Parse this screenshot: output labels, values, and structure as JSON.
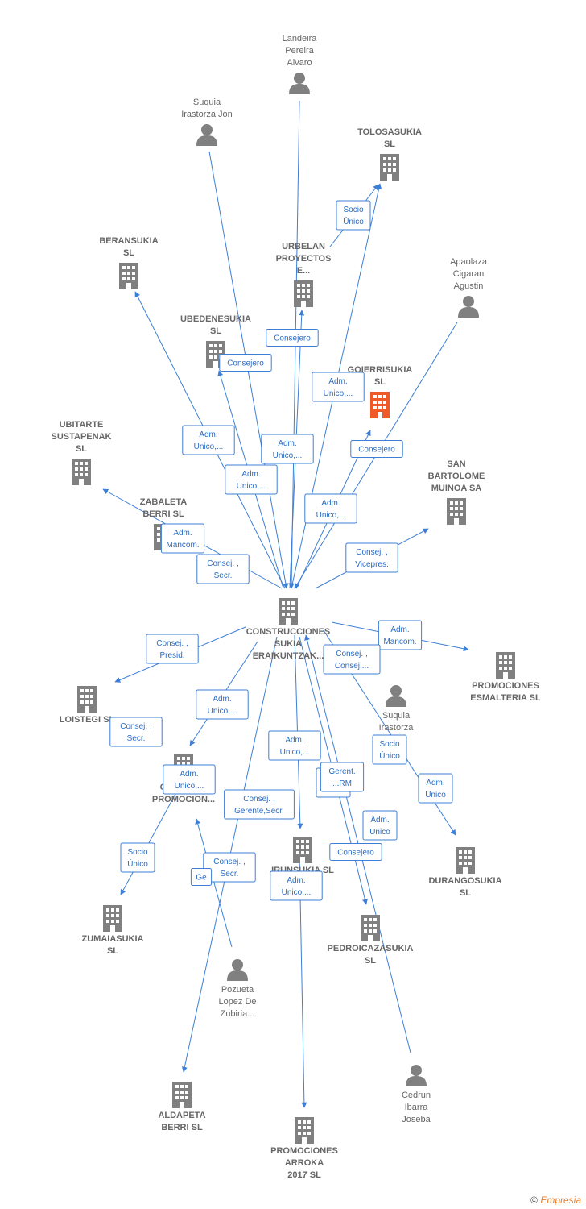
{
  "colors": {
    "edge": "#3d7fd6",
    "node": "#808080",
    "focus": "#f05a28"
  },
  "center": {
    "id": "construcciones",
    "label": [
      "CONSTRUCCIONES",
      "SUKIA",
      "ERAIKUNTZAK..."
    ]
  },
  "nodes": [
    {
      "id": "landeira",
      "type": "person",
      "label": [
        "Landeira",
        "Pereira",
        "Alvaro"
      ]
    },
    {
      "id": "suquia_jon",
      "type": "person",
      "label": [
        "Suquia",
        "Irastorza Jon"
      ]
    },
    {
      "id": "tolosasukia",
      "type": "company",
      "label": [
        "TOLOSASUKIA",
        "SL"
      ]
    },
    {
      "id": "beransukia",
      "type": "company",
      "label": [
        "BERANSUKIA",
        "SL"
      ]
    },
    {
      "id": "urbelan",
      "type": "company",
      "label": [
        "URBELAN",
        "PROYECTOS",
        "E..."
      ]
    },
    {
      "id": "apaolaza",
      "type": "person",
      "label": [
        "Apaolaza",
        "Cigaran",
        "Agustin"
      ]
    },
    {
      "id": "ubedenesukia",
      "type": "company",
      "label": [
        "UBEDENESUKIA",
        "SL"
      ]
    },
    {
      "id": "goierrisukia",
      "type": "focus",
      "label": [
        "GOIERRISUKIA",
        "SL"
      ]
    },
    {
      "id": "ubitarte",
      "type": "company",
      "label": [
        "UBITARTE",
        "SUSTAPENAK",
        "SL"
      ]
    },
    {
      "id": "san_bartolome",
      "type": "company",
      "label": [
        "SAN",
        "BARTOLOME",
        "MUINOA SA"
      ]
    },
    {
      "id": "zabaleta",
      "type": "company",
      "label": [
        "ZABALETA",
        "BERRI SL"
      ]
    },
    {
      "id": "promociones_esmalteria",
      "type": "company",
      "label": [
        "PROMOCIONES",
        "ESMALTERIA SL"
      ]
    },
    {
      "id": "loistegi",
      "type": "company",
      "label": [
        "LOISTEGI SL"
      ]
    },
    {
      "id": "suquia_2",
      "type": "person",
      "label": [
        "Suquia",
        "Irastorza",
        "r"
      ]
    },
    {
      "id": "grupo_promocion",
      "type": "company",
      "label": [
        "GRUPO DE",
        "PROMOCION..."
      ]
    },
    {
      "id": "durangosukia",
      "type": "company",
      "label": [
        "DURANGOSUKIA",
        "SL"
      ]
    },
    {
      "id": "irunsukia",
      "type": "company",
      "label": [
        "IRUNSUKIA SL"
      ]
    },
    {
      "id": "zumaiasukia",
      "type": "company",
      "label": [
        "ZUMAIASUKIA",
        "SL"
      ]
    },
    {
      "id": "pedroicazasukia",
      "type": "company",
      "label": [
        "PEDROICAZASUKIA",
        "SL"
      ]
    },
    {
      "id": "pozueta",
      "type": "person",
      "label": [
        "Pozueta",
        "Lopez De",
        "Zubiria..."
      ]
    },
    {
      "id": "cedrun",
      "type": "person",
      "label": [
        "Cedrun",
        "Ibarra",
        "Joseba"
      ]
    },
    {
      "id": "aldapeta",
      "type": "company",
      "label": [
        "ALDAPETA",
        "BERRI SL"
      ]
    },
    {
      "id": "promociones_arroka",
      "type": "company",
      "label": [
        "PROMOCIONES",
        "ARROKA",
        "2017 SL"
      ]
    }
  ],
  "edges": [
    {
      "from": "landeira",
      "to": "construcciones"
    },
    {
      "from": "suquia_jon",
      "to": "construcciones"
    },
    {
      "from": "construcciones",
      "to": "tolosasukia",
      "badge": [
        "Adm.",
        "Unico,..."
      ]
    },
    {
      "from": "urbelan",
      "to": "tolosasukia",
      "badge": [
        "Socio",
        "Único"
      ]
    },
    {
      "from": "construcciones",
      "to": "beransukia",
      "badge": [
        "Adm.",
        "Unico,..."
      ]
    },
    {
      "from": "construcciones",
      "to": "urbelan",
      "badge": [
        "Consejero"
      ]
    },
    {
      "from": "apaolaza",
      "to": "construcciones"
    },
    {
      "from": "construcciones",
      "to": "ubedenesukia",
      "badge": [
        "Consejero"
      ]
    },
    {
      "from": "construcciones",
      "to": "goierrisukia",
      "badge": [
        "Consejero"
      ]
    },
    {
      "from": "construcciones",
      "to": "ubitarte",
      "badge": [
        "Adm.",
        "Mancom."
      ]
    },
    {
      "from": "construcciones",
      "to": "san_bartolome",
      "badge": [
        "Consej. ,",
        "Vicepres."
      ]
    },
    {
      "from": "construcciones",
      "to": "promociones_esmalteria",
      "badge": [
        "Adm.",
        "Mancom."
      ]
    },
    {
      "from": "construcciones",
      "to": "loistegi",
      "badge": [
        "Consej. ,",
        "Presid."
      ]
    },
    {
      "from": "construcciones",
      "to": "durangosukia",
      "badge": [
        "Adm.",
        "Unico"
      ]
    },
    {
      "from": "construcciones",
      "to": "irunsukia",
      "badge": [
        "Adm.",
        "Unico,..."
      ]
    },
    {
      "from": "construcciones",
      "to": "pedroicazasukia",
      "badge": [
        "Consejero"
      ]
    },
    {
      "from": "construcciones",
      "to": "grupo_promocion",
      "badge": [
        "Adm.",
        "Unico,..."
      ]
    },
    {
      "from": "grupo_promocion",
      "to": "zumaiasukia",
      "badge": [
        "Socio",
        "Único"
      ]
    },
    {
      "from": "pozueta",
      "to": "construcciones"
    },
    {
      "from": "cedrun",
      "to": "construcciones"
    },
    {
      "from": "construcciones",
      "to": "aldapeta",
      "badge": [
        "Consej. ,",
        "Gerente,Secr."
      ]
    },
    {
      "from": "construcciones",
      "to": "promociones_arroka",
      "badge": [
        "Adm.",
        "Unico,..."
      ]
    }
  ],
  "extra_badges": [
    [
      "Adm.",
      "Unico,..."
    ],
    [
      "Adm.",
      "Unico,..."
    ],
    [
      "Adm.",
      "Unico,..."
    ],
    [
      "Consej. ,",
      "Secr."
    ],
    [
      "Consej. ,",
      "Secr."
    ],
    [
      "Consej. ,",
      "Consej...."
    ],
    [
      "Socio",
      "Único"
    ],
    [
      "Socio",
      "Único"
    ],
    [
      "Adm.",
      "Unico"
    ],
    [
      "Consej. ,",
      "Secr."
    ],
    [
      "Gerent.",
      "...RM"
    ],
    [
      "Adm.",
      "Unico,..."
    ],
    [
      "Ge"
    ]
  ],
  "footer": {
    "copyright": "©",
    "brand": "Empresia"
  }
}
